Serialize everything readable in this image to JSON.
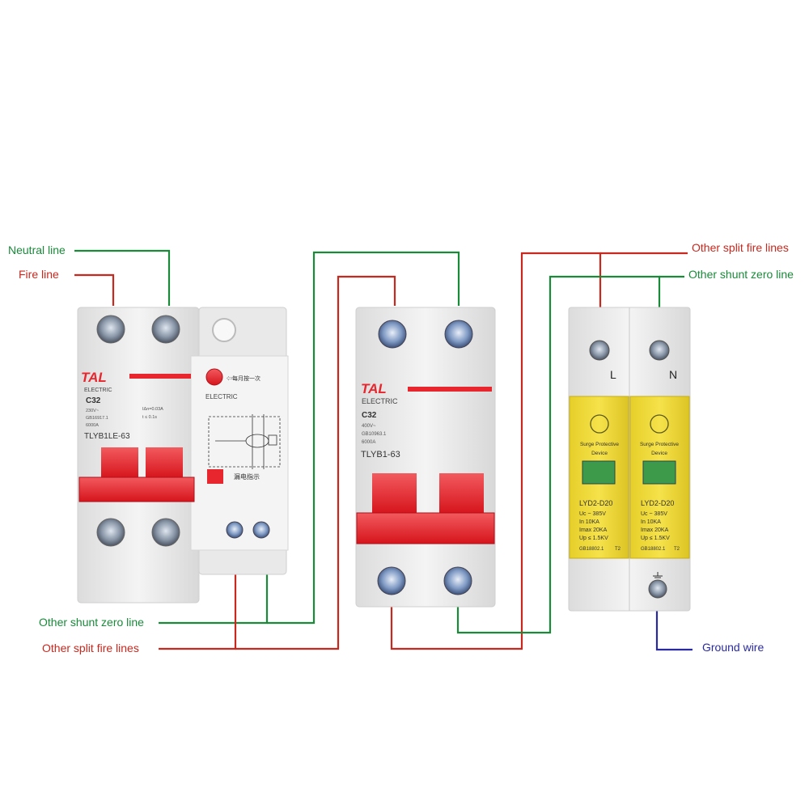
{
  "labels": {
    "neutral_line": "Neutral line",
    "fire_line": "Fire line",
    "left_shunt_zero": "Other shunt zero line",
    "left_split_fire": "Other split fire lines",
    "right_split_fire": "Other split fire lines",
    "right_shunt_zero": "Other shunt zero line",
    "ground_wire": "Ground wire"
  },
  "colors": {
    "neutral": "#1a8a3a",
    "fire": "#c8281e",
    "ground": "#2a2aa0",
    "breaker_red": "#e8262e",
    "spd_yellow": "#f2dc3a",
    "body_grey": "#ececec"
  },
  "rcbo": {
    "brand": "TAL",
    "brand_sub": "ELECTRIC",
    "rating": "C32",
    "voltage": "230V~",
    "standard": "GB16917.1",
    "breaking": "6000A",
    "model": "TLYB1LE-63",
    "leak_spec": "IΔn=0.03A",
    "trip_time": "t ≤ 0.1s",
    "test_brand": "ELECTRIC",
    "test_note": "⇦每月按一次",
    "indicator_label": "漏电指示"
  },
  "mcb": {
    "brand": "TAL",
    "brand_sub": "ELECTRIC",
    "rating": "C32",
    "voltage": "400V~",
    "standard": "GB10963.1",
    "breaking": "6000A",
    "model": "TLYB1-63"
  },
  "spd": {
    "terminal_l": "L",
    "terminal_n": "N",
    "device_label_1": "Surge Protective",
    "device_label_2": "Device",
    "model": "LYD2-D20",
    "uc": "Uc ~ 385V",
    "in": "In     10KA",
    "imax": "Imax 20KA",
    "up": "Up ≤ 1.5KV",
    "standard": "GB18802.1",
    "class": "T2"
  }
}
